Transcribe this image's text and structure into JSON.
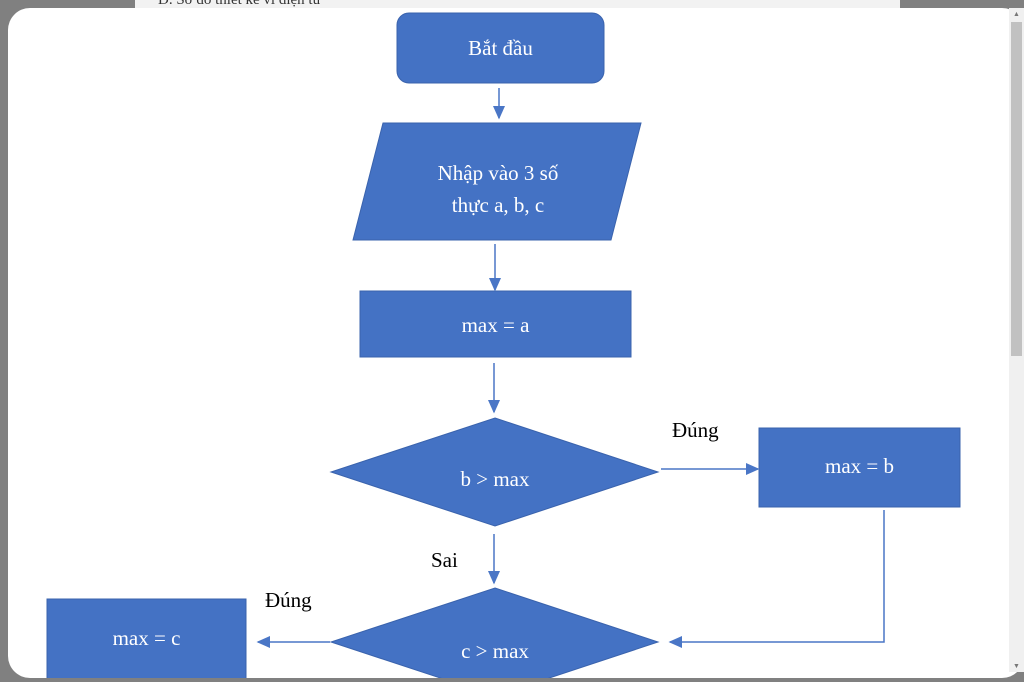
{
  "background_heading": "D. Sơ đồ thiết kế vi điện tử",
  "flowchart": {
    "start": "Bắt đầu",
    "input": "Nhập vào 3 số thực a, b, c",
    "input_line1": "Nhập vào 3 số",
    "input_line2": "thực a, b, c",
    "assign_a": "max = a",
    "cond_b": "b > max",
    "assign_b": "max = b",
    "cond_c": "c > max",
    "assign_c": "max = c",
    "yes1": "Đúng",
    "no1": "Sai",
    "yes2": "Đúng"
  },
  "colors": {
    "shape": "#4472c4",
    "line": "#4a76c6"
  }
}
